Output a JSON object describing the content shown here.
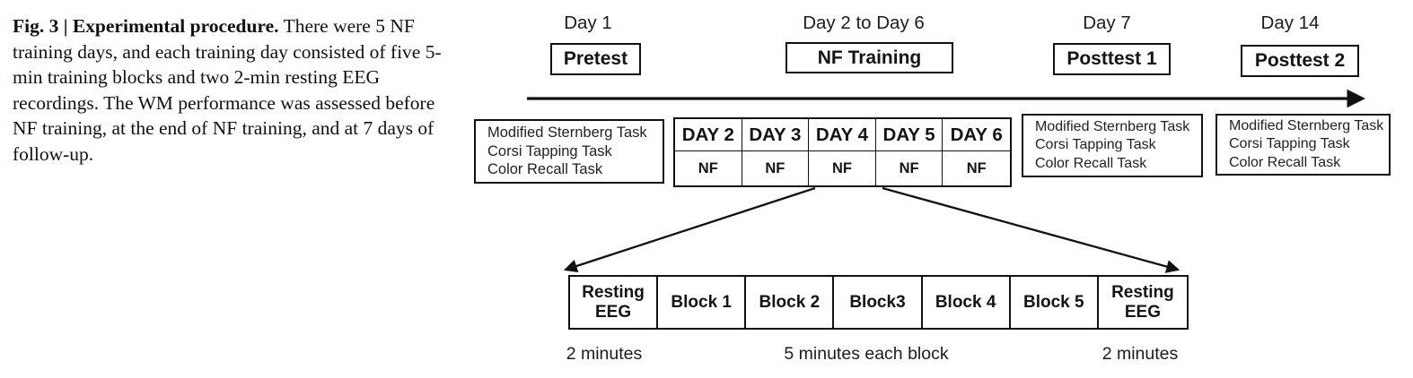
{
  "caption": {
    "label": "Fig. 3 | Experimental procedure.",
    "body": "There were 5 NF training days, and each training day consisted of five 5-min training blocks and two 2-min resting EEG recordings. The WM performance was assessed before NF training, at the end of NF training, and at 7 days of follow-up."
  },
  "timeline": {
    "phases": [
      {
        "day": "Day 1",
        "label": "Pretest"
      },
      {
        "day": "Day 2 to Day 6",
        "label": "NF Training"
      },
      {
        "day": "Day 7",
        "label": "Posttest 1"
      },
      {
        "day": "Day 14",
        "label": "Posttest 2"
      }
    ]
  },
  "task_boxes": {
    "pretest": [
      "Modified Sternberg Task",
      "Corsi Tapping Task",
      "Color Recall Task"
    ],
    "posttest1": [
      "Modified Sternberg Task",
      "Corsi Tapping Task",
      "Color Recall Task"
    ],
    "posttest2": [
      "Modified Sternberg Task",
      "Corsi Tapping Task",
      "Color Recall Task"
    ]
  },
  "training_table": {
    "day_headers": [
      "DAY 2",
      "DAY 3",
      "DAY 4",
      "DAY 5",
      "DAY 6"
    ],
    "session_values": [
      "NF",
      "NF",
      "NF",
      "NF",
      "NF"
    ]
  },
  "session_detail": {
    "blocks": [
      "Resting EEG",
      "Block 1",
      "Block 2",
      "Block3",
      "Block 4",
      "Block 5",
      "Resting EEG"
    ],
    "durations": [
      "2 minutes",
      "5 minutes each block",
      "2 minutes"
    ]
  },
  "colors": {
    "text": "#1a1a1a",
    "border": "#111111",
    "background": "#ffffff"
  }
}
